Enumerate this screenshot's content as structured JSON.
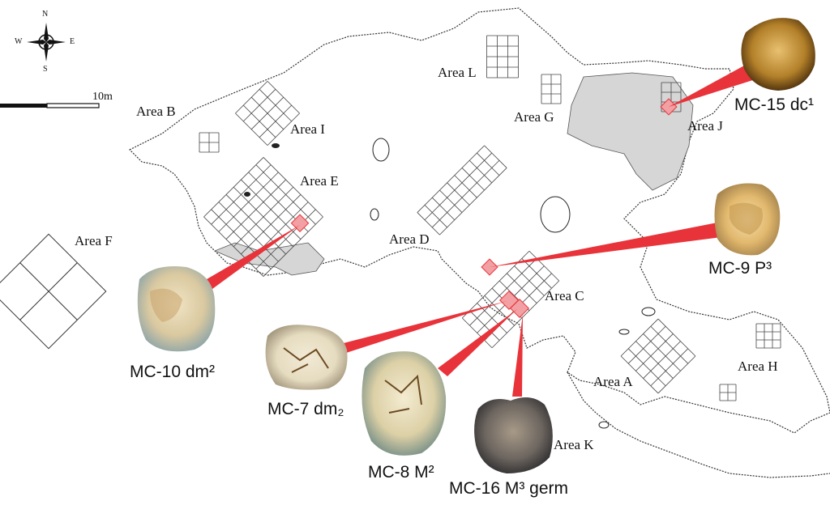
{
  "compass": {
    "n": "N",
    "s": "S",
    "e": "E",
    "w": "W"
  },
  "scale": {
    "label": "10m"
  },
  "areas": {
    "a": "Area A",
    "b": "Area B",
    "c": "Area C",
    "d": "Area D",
    "e": "Area E",
    "f": "Area F",
    "g": "Area G",
    "h": "Area H",
    "i": "Area I",
    "j": "Area J",
    "k": "Area K",
    "l": "Area L"
  },
  "specimens": {
    "mc15": "MC-15 dc¹",
    "mc9": "MC-9 P³",
    "mc10": "MC-10 dm²",
    "mc7": "MC-7 dm₂",
    "mc8": "MC-8 M²",
    "mc16": "MC-16 M³ germ"
  },
  "colors": {
    "highlight": "#e8333a",
    "highlight_fill": "#f2a0a3",
    "outline": "#333333",
    "shade": "#d6d6d6"
  }
}
